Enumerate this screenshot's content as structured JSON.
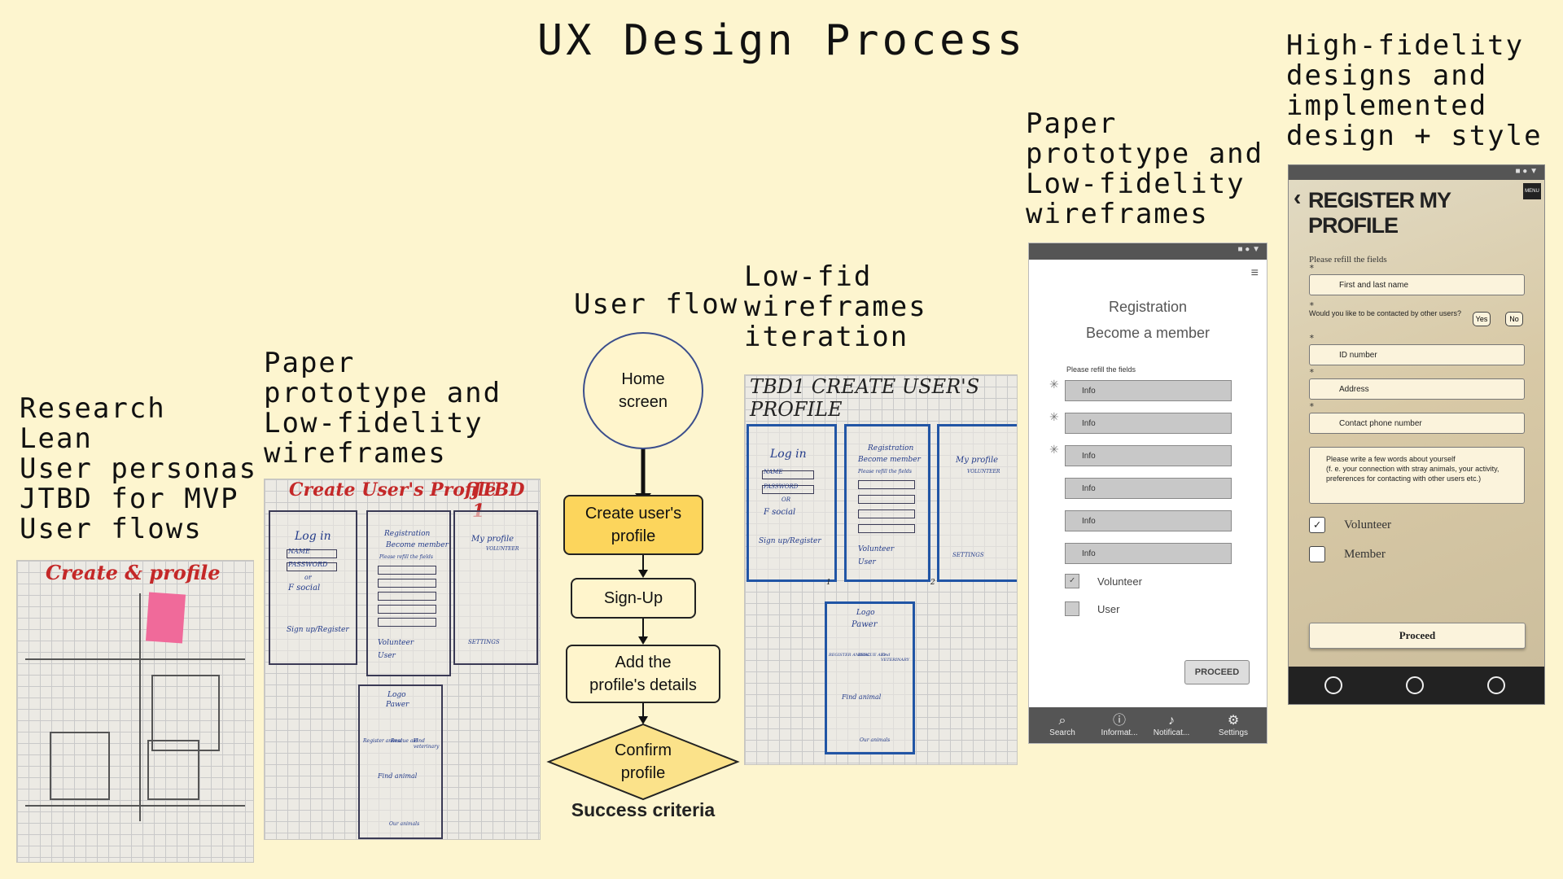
{
  "title": "UX Design Process",
  "stages": {
    "research": "Research\nLean\nUser personas\nJTBD for MVP\nUser flows",
    "paper": "Paper\nprototype   and\nLow-fidelity\nwireframes",
    "userflow": "User flow",
    "lowfid": "Low-fid\nwireframes\niteration",
    "paper2": "Paper\nprototype   and\nLow-fidelity\nwireframes",
    "hifi": "High-fidelity\ndesigns      and\nimplemented\ndesign + style"
  },
  "sketch1": {
    "heading": "Create & profile"
  },
  "sketch2": {
    "heading": "Create User's Profile",
    "tag": "JTBD 1",
    "login": "Log in",
    "name": "NAME",
    "password": "PASSWORD",
    "or": "or",
    "social": "F social",
    "signup": "Sign up/Register",
    "registration": "Registration",
    "become": "Become member",
    "please": "Please refill the fields",
    "volunteer": "Volunteer",
    "user": "User",
    "myprofile": "My profile",
    "volunteer_sub": "VOLUNTEER",
    "settings": "SETTINGS",
    "logo": "Logo",
    "paw": "Pawer",
    "register": "Register animal",
    "rescue": "Rescue aid",
    "find_vet": "Find veterinary",
    "find_animal": "Find animal",
    "our_animals": "Our animals"
  },
  "flow": {
    "home": "Home\nscreen",
    "create": "Create user's\nprofile",
    "signup": "Sign-Up",
    "add": "Add the\nprofile's details",
    "confirm": "Confirm\nprofile",
    "success": "Success criteria"
  },
  "sketch3": {
    "heading": "TBD1 CREATE USER'S PROFILE",
    "login": "Log in",
    "name": "NAME",
    "password": "PASSWORD",
    "or": "OR",
    "social": "F social",
    "signup": "Sign up/Register",
    "registration": "Registration",
    "become": "Become member",
    "please": "Please refill the fields",
    "volunteer": "Volunteer",
    "user": "User",
    "myprofile": "My profile",
    "volunteer_sub": "VOLUNTEER",
    "settings": "SETTINGS",
    "logo": "Logo",
    "paw": "Pawer",
    "register": "REGISTER ANIMAL",
    "rescue": "RESCUE AID",
    "find_vet": "Find VETERINARY",
    "find_animal": "Find animal",
    "our_animals": "Our animals",
    "n1": "1",
    "n2": "2"
  },
  "wireframe": {
    "title": "Registration",
    "subtitle": "Become a member",
    "instruction": "Please refill the fields",
    "fields": [
      "Info",
      "Info",
      "Info",
      "Info",
      "Info",
      "Info"
    ],
    "volunteer": "Volunteer",
    "user": "User",
    "proceed": "PROCEED",
    "nav": [
      "Search",
      "Informat...",
      "Notificat...",
      "Settings"
    ]
  },
  "hifi": {
    "header": "REGISTER MY PROFILE",
    "menu": "MENU",
    "instruction": "Please refill the fields",
    "name_field": "First and last name",
    "contact_q": "Would you like to be contacted by other users?",
    "yes": "Yes",
    "no": "No",
    "id_field": "ID number",
    "address_field": "Address",
    "phone_field": "Contact phone number",
    "about_field": "Please write a few words about yourself\n(f. e. your connection with stray animals, your activity, preferences for contacting with other users etc.)",
    "volunteer": "Volunteer",
    "member": "Member",
    "proceed": "Proceed"
  },
  "colors": {
    "background": "#fdf5cf",
    "flow_highlight": "#fcd55c",
    "flow_node": "#fff5cc",
    "sketch_red": "#c42828",
    "sketch_blue": "#2155a5"
  }
}
